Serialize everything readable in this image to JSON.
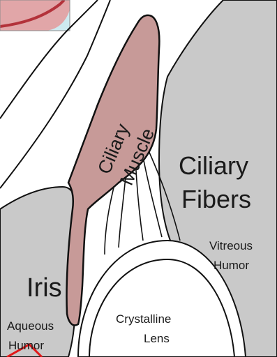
{
  "diagram": {
    "labels": {
      "ciliary_muscle": [
        "Ciliary",
        "Muscle"
      ],
      "ciliary_fibers": [
        "Ciliary",
        "Fibers"
      ],
      "vitreous_humor": [
        "Vitreous",
        "Humor"
      ],
      "iris": "Iris",
      "aqueous_humor": [
        "Aqueous",
        "Humor"
      ],
      "crystalline_lens": [
        "Crystalline",
        "Lens"
      ]
    },
    "colors": {
      "ciliary_muscle_fill": "#c79a98",
      "tissue_gray": "#c9c9c9",
      "outline": "#111111",
      "inset_pink": "#e1a6a8",
      "inset_red": "#b3323a",
      "inset_teal": "#cdeaf0",
      "marker_red": "#e01818"
    }
  }
}
